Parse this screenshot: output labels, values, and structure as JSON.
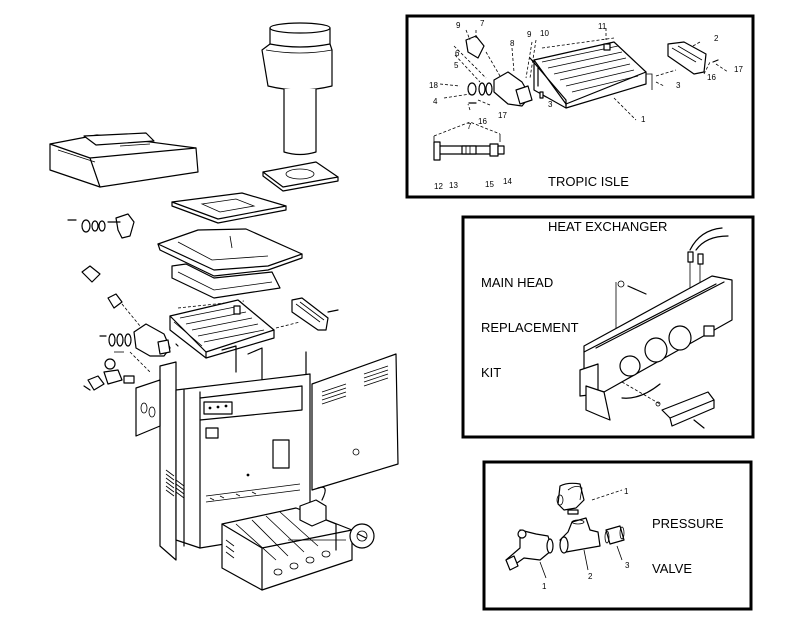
{
  "diagram": {
    "type": "exploded-parts-view",
    "subject": "Pool heater assembly"
  },
  "panels": {
    "heat_exchanger": {
      "title_line1": "TROPIC ISLE",
      "title_line2": "HEAT EXCHANGER",
      "callouts": [
        "9",
        "7",
        "6",
        "5",
        "18",
        "4",
        "16",
        "17",
        "8",
        "9",
        "10",
        "3",
        "11",
        "1",
        "2",
        "3",
        "16",
        "17",
        "7",
        "12",
        "13",
        "15",
        "14"
      ]
    },
    "main_head": {
      "title_line1": "MAIN HEAD",
      "title_line2": "REPLACEMENT",
      "title_line3": "KIT"
    },
    "pressure_valve": {
      "title_line1": "PRESSURE",
      "title_line2": "VALVE",
      "callouts": [
        "1",
        "1",
        "2",
        "3"
      ]
    }
  }
}
